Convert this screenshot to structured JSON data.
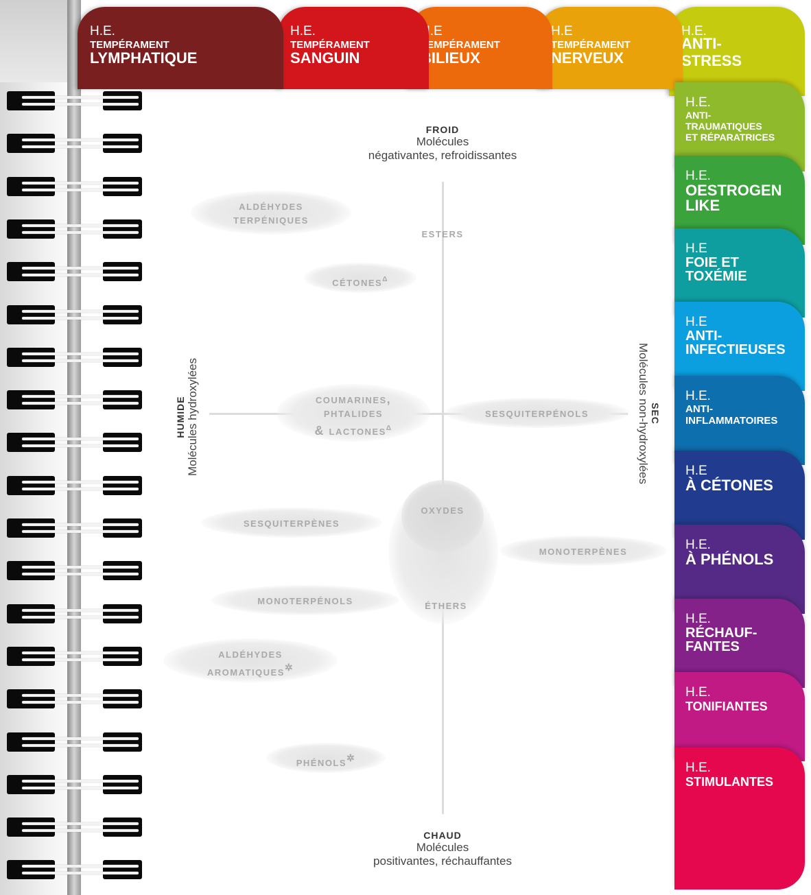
{
  "top_tabs": [
    {
      "prefix": "H.E.",
      "line1": "TEMPÉRAMENT",
      "line2": "LYMPHATIQUE",
      "color": "#7a1f1f"
    },
    {
      "prefix": "H.E.",
      "line1": "TEMPÉRAMENT",
      "line2": "SANGUIN",
      "color": "#d3161c"
    },
    {
      "prefix": "H.E",
      "line1": "TEMPÉRAMENT",
      "line2": "BILIEUX",
      "color": "#ec6a0c"
    },
    {
      "prefix": "H.E",
      "line1": "TEMPÉRAMENT",
      "line2": "NERVEUX",
      "color": "#eaa20b"
    },
    {
      "prefix": "H.E.",
      "line1": "ANTI-",
      "line2": "STRESS",
      "color": "#c5cb0e"
    }
  ],
  "right_tabs": [
    {
      "prefix": "H.E.",
      "label": "ANTI-\nTRAUMATIQUES\nET RÉPARATRICES",
      "color": "#8fba2b"
    },
    {
      "prefix": "H.E.",
      "label": "OESTROGEN\nLIKE",
      "color": "#3aa33b"
    },
    {
      "prefix": "H.E",
      "label": "FOIE ET\nTOXÉMIE",
      "color": "#0f9e9f"
    },
    {
      "prefix": "H.E",
      "label": "ANTI-\nINFECTIEUSES",
      "color": "#0b9fe0"
    },
    {
      "prefix": "H.E.",
      "label": "ANTI-\nINFLAMMATOIRES",
      "color": "#0e6fae"
    },
    {
      "prefix": "H.E",
      "label": "À CÉTONES",
      "color": "#213c8f"
    },
    {
      "prefix": "H.E.",
      "label": "À PHÉNOLS",
      "color": "#552a86"
    },
    {
      "prefix": "H.E.",
      "label": "RÉCHAUF-\nFANTES",
      "color": "#85228a"
    },
    {
      "prefix": "H.E.",
      "label": "TONIFIANTES",
      "color": "#c21a84"
    },
    {
      "prefix": "H.E.",
      "label": "STIMULANTES",
      "color": "#e5084f"
    }
  ],
  "poles": {
    "top": {
      "title": "FROID",
      "line1": "Molécules",
      "line2": "négativantes, refroidissantes"
    },
    "bottom": {
      "title": "CHAUD",
      "line1": "Molécules",
      "line2": "positivantes, réchauffantes"
    },
    "left": {
      "title": "HUMIDE",
      "line1": "Molécules hydroxylées"
    },
    "right": {
      "title": "SEC",
      "line1": "Molécules non-hydroxylées"
    }
  },
  "molecules": [
    {
      "id": "aldehydes-terpeniques",
      "label": "aldéhydes\nterpéniques",
      "mark": ""
    },
    {
      "id": "esters",
      "label": "esters",
      "mark": ""
    },
    {
      "id": "cetones",
      "label": "cétones",
      "mark": "Δ"
    },
    {
      "id": "coumarines",
      "label": "coumarines,\nphtalides\n& lactones",
      "mark": "Δ"
    },
    {
      "id": "sesquiterpenols",
      "label": "sesquiterpénols",
      "mark": ""
    },
    {
      "id": "oxydes",
      "label": "oxydes",
      "mark": ""
    },
    {
      "id": "sesquiterpenes",
      "label": "sesquiterpènes",
      "mark": ""
    },
    {
      "id": "monoterpenes",
      "label": "monoterpènes",
      "mark": ""
    },
    {
      "id": "monoterpenols",
      "label": "monoterpénols",
      "mark": ""
    },
    {
      "id": "ethers",
      "label": "éthers",
      "mark": ""
    },
    {
      "id": "aldehydes-aromatiques",
      "label": "aldéhydes\naromatiques",
      "mark": "✲"
    },
    {
      "id": "phenols",
      "label": "phénols",
      "mark": "✲"
    }
  ]
}
